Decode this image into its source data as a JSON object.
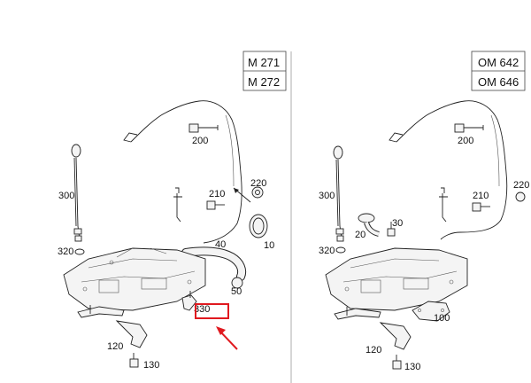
{
  "left_panel": {
    "engine_codes": [
      "M 271",
      "M 272"
    ],
    "parts": {
      "p200": "200",
      "p220": "220",
      "p210": "210",
      "p300": "300",
      "p40": "40",
      "p10": "10",
      "p320": "320",
      "p50": "50",
      "p330": "330",
      "p120": "120",
      "p130": "130"
    },
    "highlight_color": "#e0191f"
  },
  "right_panel": {
    "engine_codes": [
      "OM 642",
      "OM 646"
    ],
    "parts": {
      "p200": "200",
      "p220": "220",
      "p210": "210",
      "p300": "300",
      "p30": "30",
      "p20": "20",
      "p320": "320",
      "p100": "100",
      "p120": "120",
      "p130": "130"
    }
  }
}
